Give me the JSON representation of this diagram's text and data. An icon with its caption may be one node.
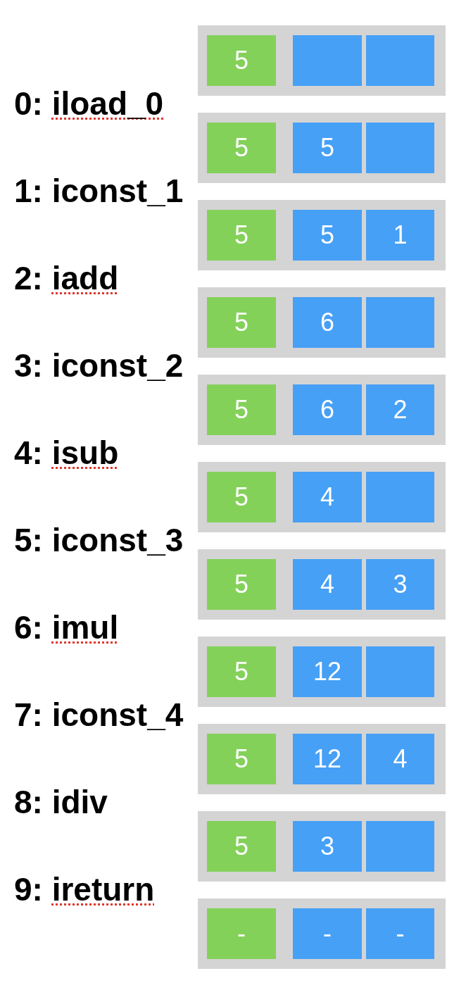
{
  "diagram": {
    "nodes": [
      {
        "text": [],
        "shape": "box"
      },
      {
        "text": [
          "5"
        ],
        "in": 0
      },
      {
        "text": [],
        "shape": "box",
        "in": 0
      },
      {
        "text": [],
        "shape": "box",
        "in": 0
      },
      {
        "text": [],
        "shape": "box"
      },
      {
        "text": [
          "5"
        ],
        "in": 4
      },
      {
        "text": [
          "5"
        ],
        "in": 4
      },
      {
        "text": [],
        "shape": "box",
        "in": 4
      },
      {
        "text": [],
        "shape": "box"
      },
      {
        "text": [
          "5"
        ],
        "in": 8
      },
      {
        "text": [
          "5"
        ],
        "in": 8
      },
      {
        "text": [
          "1"
        ],
        "in": 8
      },
      {
        "text": [],
        "shape": "box"
      },
      {
        "text": [
          "5"
        ],
        "in": 12
      },
      {
        "text": [
          "6"
        ],
        "in": 12
      },
      {
        "text": [],
        "shape": "box",
        "in": 12
      },
      {
        "text": [],
        "shape": "box"
      },
      {
        "text": [
          "5"
        ],
        "in": 16
      },
      {
        "text": [
          "6"
        ],
        "in": 16
      },
      {
        "text": [
          "2"
        ],
        "in": 16
      },
      {
        "text": [],
        "shape": "box"
      },
      {
        "text": [
          "5"
        ],
        "in": 20
      },
      {
        "text": [
          "4"
        ],
        "in": 20
      },
      {
        "text": [],
        "shape": "box",
        "in": 20
      },
      {
        "text": [],
        "shape": "box"
      },
      {
        "text": [
          "5"
        ],
        "in": 24
      },
      {
        "text": [
          "4"
        ],
        "in": 24
      },
      {
        "text": [
          "3"
        ],
        "in": 24
      },
      {
        "text": [],
        "shape": "box"
      },
      {
        "text": [
          "5"
        ],
        "in": 28
      },
      {
        "text": [
          "12"
        ],
        "in": 28
      },
      {
        "text": [],
        "shape": "box",
        "in": 28
      },
      {
        "text": [],
        "shape": "box"
      },
      {
        "text": [
          "5"
        ],
        "in": 32
      },
      {
        "text": [
          "12"
        ],
        "in": 32
      },
      {
        "text": [
          "4"
        ],
        "in": 32
      },
      {
        "text": [],
        "shape": "box"
      },
      {
        "text": [
          "5"
        ],
        "in": 36
      },
      {
        "text": [
          "3"
        ],
        "in": 36
      },
      {
        "text": [],
        "shape": "box",
        "in": 36
      },
      {
        "text": [],
        "shape": "box"
      },
      {
        "text": [
          "-"
        ],
        "in": 40
      },
      {
        "text": [
          "-"
        ],
        "in": 40
      },
      {
        "text": [
          "-"
        ],
        "in": 40
      }
    ],
    "labels": [
      "0: iload_0",
      "1: iconst_1",
      "2: iadd",
      "3: iconst_2",
      "4: isub",
      "5: iconst_3",
      "6: imul",
      "7: iconst_4",
      "8: idiv",
      "9: ireturn"
    ]
  }
}
